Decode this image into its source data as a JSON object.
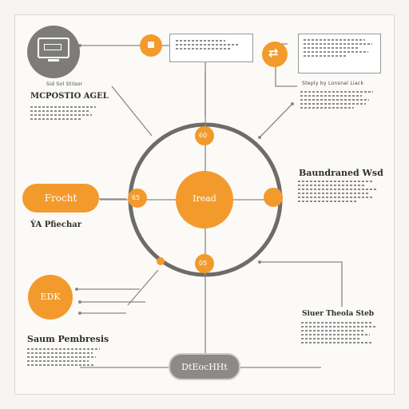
{
  "center": {
    "label": "Iread"
  },
  "nodes": {
    "top": "60",
    "bottom": "05",
    "left": "65",
    "right": ""
  },
  "top_box": {
    "has_icon": true,
    "icon": "chevron-icon"
  },
  "top_right_box": {
    "has_icon": true
  },
  "labels": {
    "top_left_heading": "Sid Sol Stilsor",
    "top_left_sub": "MCPOSTIO AGEL",
    "top_right_caption": "Steply by Lonsnal Liack",
    "right_heading": "Baundraned Wsd",
    "left_pill": "Frocht",
    "left_caption": "ÝA Pfiechar",
    "big_circle": "EDK",
    "bottom_left_heading": "Saum Pembresis",
    "bottom_right_heading": "Siuer Theola Steb",
    "bottom_pill": "DtEocHHt"
  },
  "colors": {
    "accent": "#f39a2c",
    "ring": "#6d6c68",
    "gray_icon": "#7d7c78",
    "background": "#f6f5f1"
  },
  "icons": [
    "monitor-icon",
    "chevron-icon",
    "arrow-icon"
  ]
}
